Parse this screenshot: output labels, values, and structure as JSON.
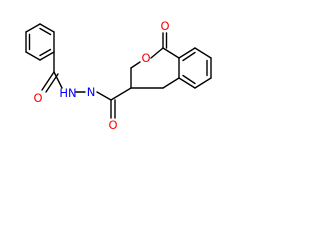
{
  "molecule": {
    "atoms": {
      "carbonyl_o_lactone": {
        "text": "O",
        "color": "#ff0000"
      },
      "ring_o": {
        "text": "O",
        "color": "#ff0000"
      },
      "amide_o_benzoyl": {
        "text": "O",
        "color": "#ff0000"
      },
      "nh_left": {
        "text": "HN",
        "color": "#0000ff"
      },
      "nh_right": {
        "text": "N",
        "color": "#0000ff"
      },
      "amide_o_right": {
        "text": "O",
        "color": "#ff0000"
      }
    },
    "colors": {
      "bond": "#000000",
      "oxygen": "#ff0000",
      "nitrogen": "#0000ff"
    }
  }
}
